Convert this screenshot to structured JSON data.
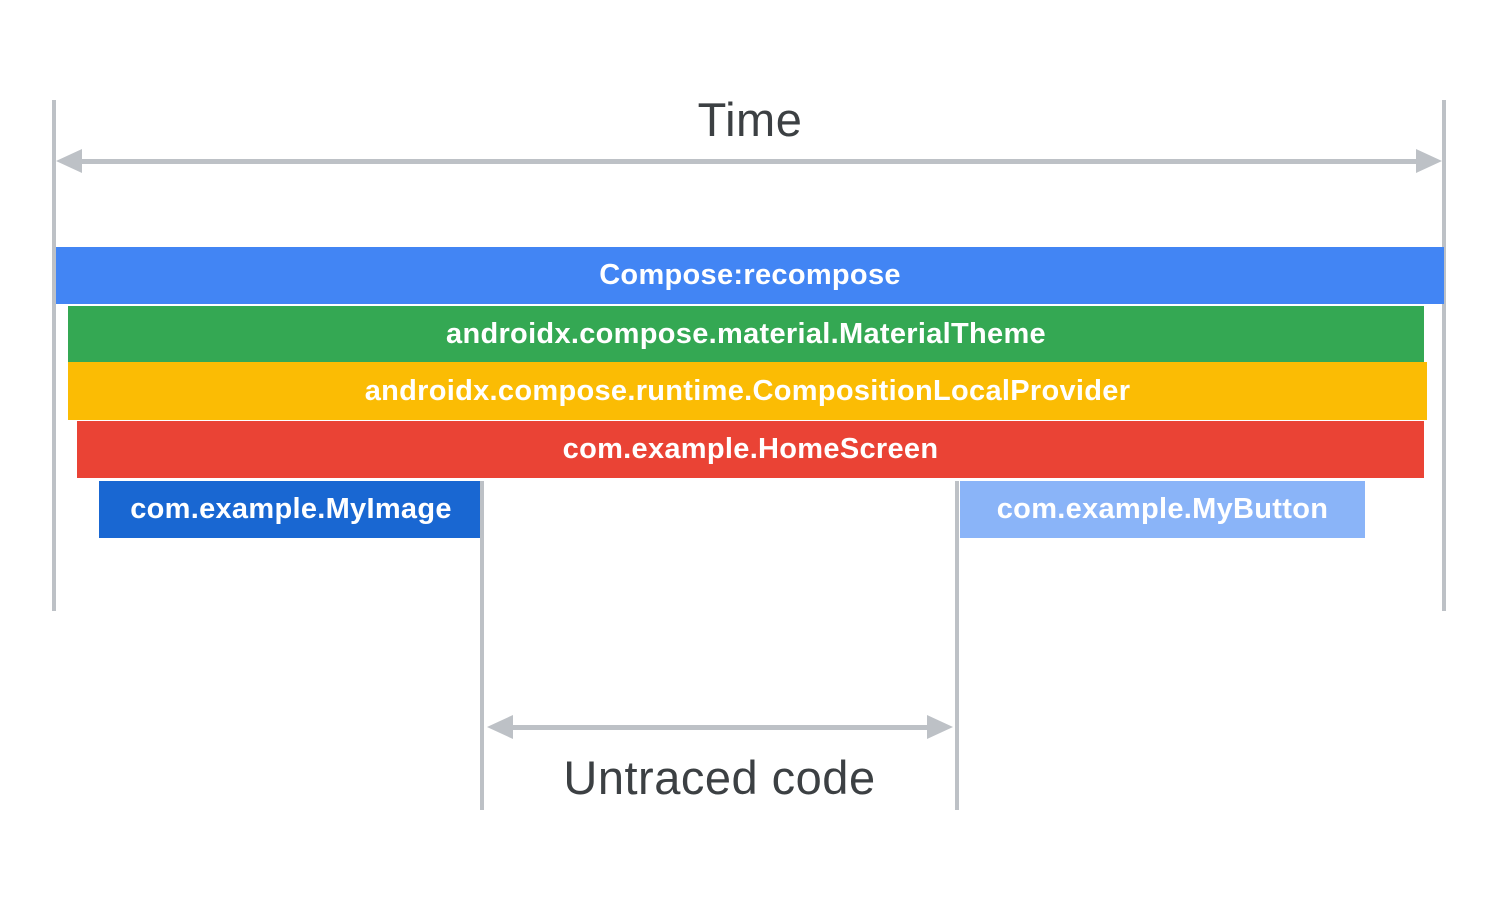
{
  "annotations": {
    "time_label": "Time",
    "untraced_label": "Untraced code",
    "text_color": "#3c4043",
    "guide_color": "#bdc1c6"
  },
  "trace": {
    "bars": [
      {
        "name": "recompose",
        "label": "Compose:recompose",
        "color": "#4285f4",
        "row": 1
      },
      {
        "name": "material-theme",
        "label": "androidx.compose.material.MaterialTheme",
        "color": "#34a853",
        "row": 2
      },
      {
        "name": "composition-local-provider",
        "label": "androidx.compose.runtime.CompositionLocalProvider",
        "color": "#fbbc04",
        "row": 3
      },
      {
        "name": "home-screen",
        "label": "com.example.HomeScreen",
        "color": "#ea4335",
        "row": 4
      },
      {
        "name": "my-image",
        "label": "com.example.MyImage",
        "color": "#1967d2",
        "row": 5
      },
      {
        "name": "my-button",
        "label": "com.example.MyButton",
        "color": "#8ab4f8",
        "row": 5
      }
    ]
  }
}
